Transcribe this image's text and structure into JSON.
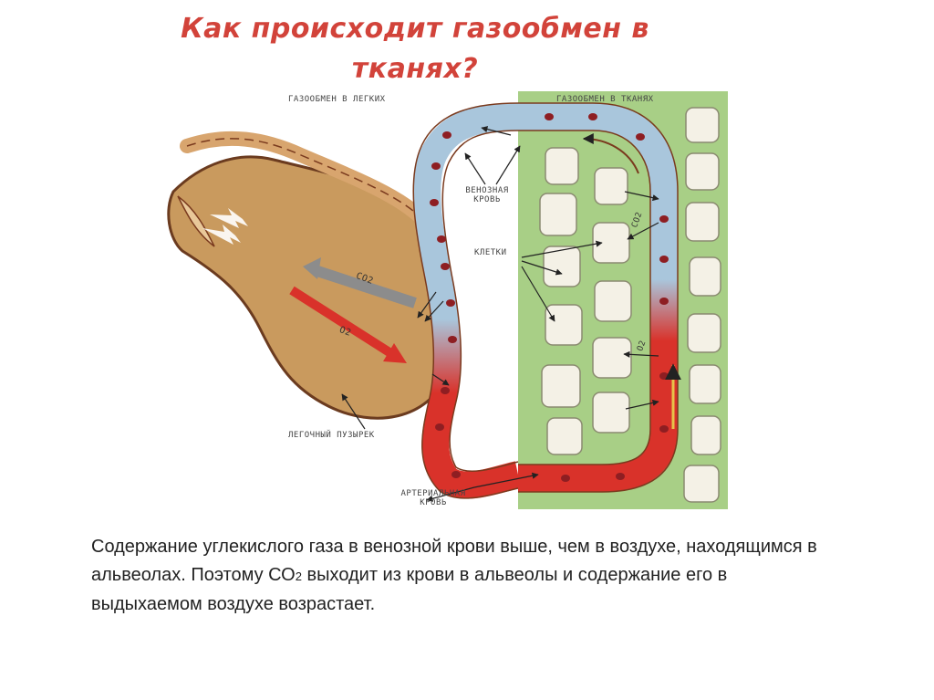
{
  "title": {
    "line1": "Как происходит газообмен в",
    "line2": "тканях?"
  },
  "labels": {
    "lungs": "ГАЗООБМЕН В ЛЕГКИХ",
    "tissues": "ГАЗООБМЕН В ТКАНЯХ",
    "venous_line1": "ВЕНОЗНАЯ",
    "venous_line2": "КРОВЬ",
    "cells": "КЛЕТКИ",
    "alveolus": "ЛЕГОЧНЫЙ ПУЗЫРЕК",
    "arterial_line1": "АРТЕРИАЛЬНАЯ",
    "arterial_line2": "КРОВЬ",
    "co2": "CO2",
    "o2": "O2"
  },
  "caption": {
    "part1": "Содержание углекислого газа в венозной крови выше, чем в воздухе, находящимся в альвеолах. Поэтому СО",
    "sub": "2",
    "part2": " выходит из крови в альвеолы и содержание его в выдыхаемом воздухе возрастает."
  },
  "colors": {
    "title": "#d2433a",
    "alveolus": "#c99a5e",
    "venous": "#a9c6dc",
    "arterial": "#d9322a",
    "tissue": "#a8cf86",
    "cell": "#f4f1e6"
  }
}
